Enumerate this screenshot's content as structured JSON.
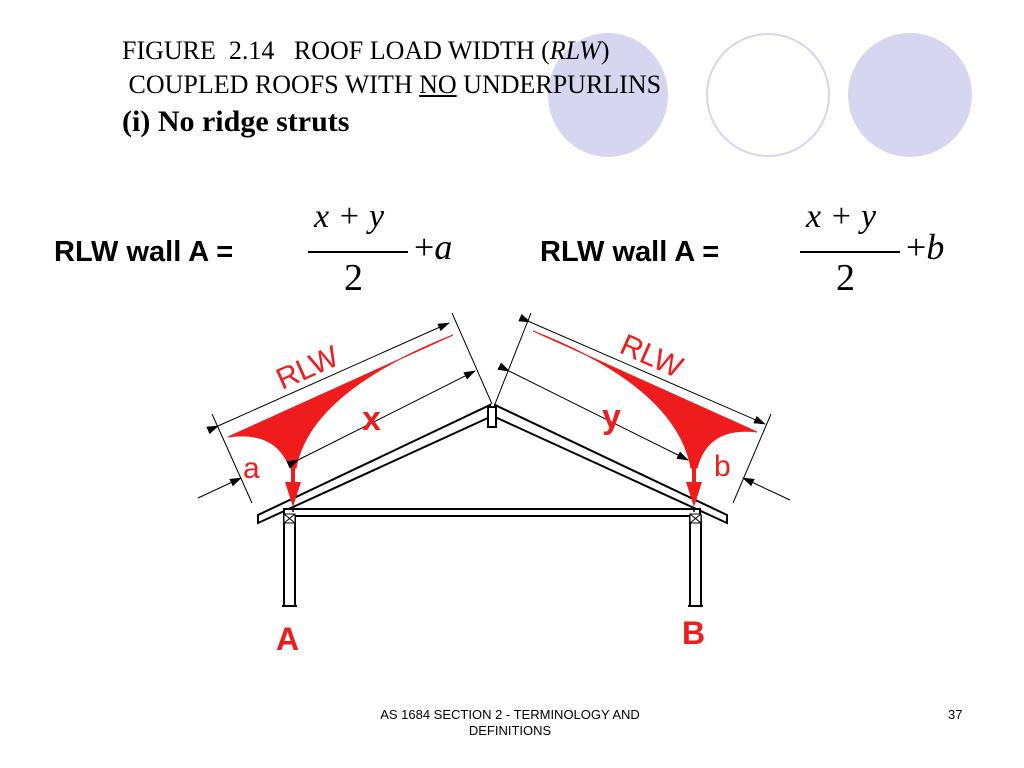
{
  "title": {
    "line1_prefix": "FIGURE  2.14   ROOF LOAD WIDTH (",
    "line1_italic": "RLW",
    "line1_suffix": ")",
    "line2_prefix": " COUPLED ROOFS WITH ",
    "line2_underlined": "NO",
    "line2_suffix": " UNDERPURLINS",
    "line3": "(i) No ridge struts"
  },
  "equations": {
    "left": {
      "label": "RLW wall A =",
      "numerator": "x + y",
      "denominator": "2",
      "plus_var": "a"
    },
    "right": {
      "label": "RLW wall A =",
      "numerator": "x + y",
      "denominator": "2",
      "plus_var": "b"
    }
  },
  "diagram": {
    "rlw_left": "RLW",
    "rlw_right": "RLW",
    "x_label": "x",
    "y_label": "y",
    "a_label": "a",
    "b_label": "b",
    "wall_a": "A",
    "wall_b": "B",
    "colors": {
      "load": "#ee1c1c",
      "line": "#000000",
      "deco": "#d6d6f0"
    }
  },
  "footer": {
    "line1": "AS 1684  SECTION 2 - TERMINOLOGY AND",
    "line2": "DEFINITIONS",
    "page": "37"
  }
}
